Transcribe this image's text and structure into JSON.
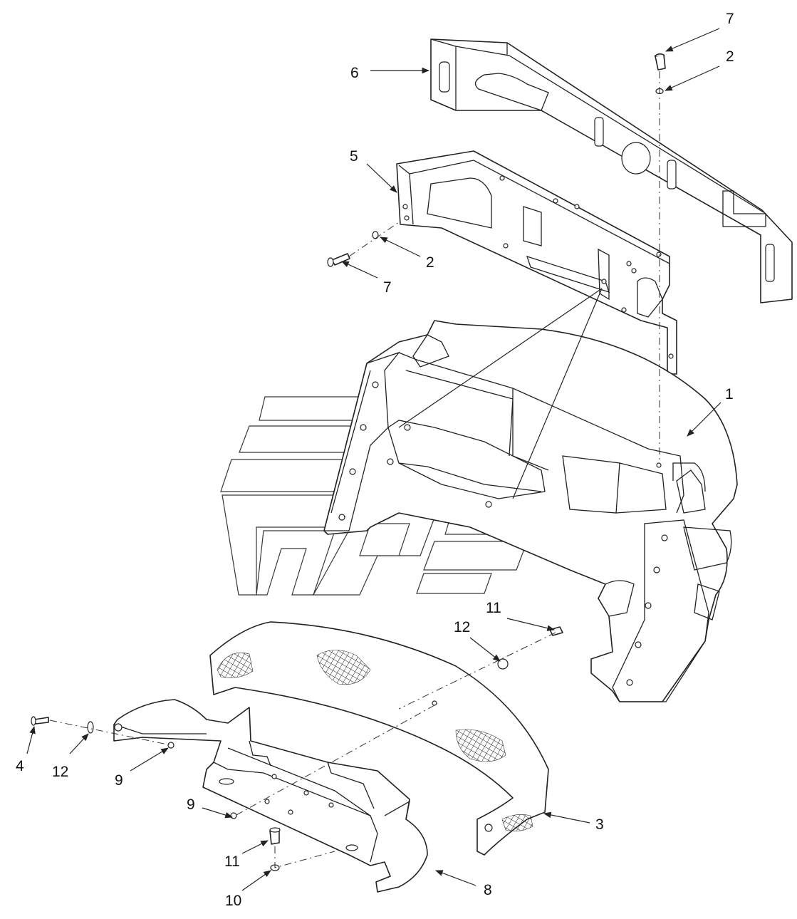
{
  "diagram": {
    "callouts": [
      {
        "id": "c-7-top",
        "label": "7"
      },
      {
        "id": "c-2-top",
        "label": "2"
      },
      {
        "id": "c-6",
        "label": "6"
      },
      {
        "id": "c-5",
        "label": "5"
      },
      {
        "id": "c-2-mid",
        "label": "2"
      },
      {
        "id": "c-7-mid",
        "label": "7"
      },
      {
        "id": "c-1",
        "label": "1"
      },
      {
        "id": "c-11-right",
        "label": "11"
      },
      {
        "id": "c-12-right",
        "label": "12"
      },
      {
        "id": "c-4",
        "label": "4"
      },
      {
        "id": "c-12-left",
        "label": "12"
      },
      {
        "id": "c-9-left",
        "label": "9"
      },
      {
        "id": "c-9-bottom",
        "label": "9"
      },
      {
        "id": "c-3",
        "label": "3"
      },
      {
        "id": "c-11-bottom",
        "label": "11"
      },
      {
        "id": "c-8",
        "label": "8"
      },
      {
        "id": "c-10",
        "label": "10"
      }
    ]
  }
}
